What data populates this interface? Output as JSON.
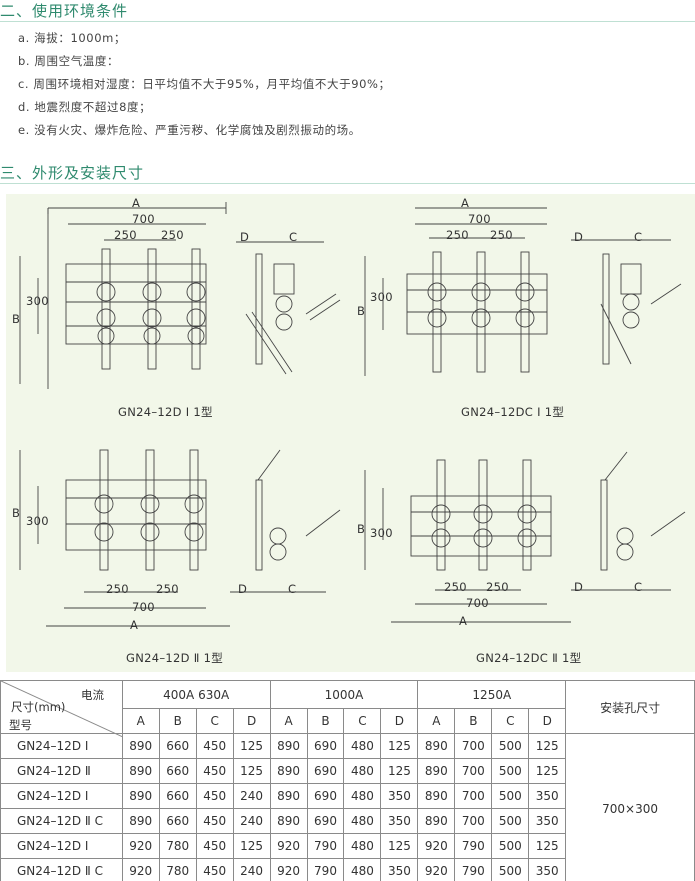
{
  "sections": {
    "env_title": "二、使用环境条件",
    "dim_title": "三、外形及安装尺寸"
  },
  "conditions": [
    "a. 海拔：1000m；",
    "b. 周围空气温度：",
    "c. 周围环境相对湿度：日平均值不大于95%，月平均值不大于90%；",
    "d. 地震烈度不超过8度；",
    "e. 没有火灾、爆炸危险、严重污秽、化学腐蚀及剧烈振动的场。"
  ],
  "figures": [
    {
      "caption": "GN24–12D Ⅰ 1型",
      "A": "A",
      "dim700": "700",
      "dim250a": "250",
      "dim250b": "250",
      "B": "B",
      "dim300": "300",
      "D": "D",
      "C": "C"
    },
    {
      "caption": "GN24–12DC Ⅰ 1型",
      "A": "A",
      "dim700": "700",
      "dim250a": "250",
      "dim250b": "250",
      "B": "B",
      "dim300": "300",
      "D": "D",
      "C": "C"
    },
    {
      "caption": "GN24–12D Ⅱ 1型",
      "A": "A",
      "dim700": "700",
      "dim250a": "250",
      "dim250b": "250",
      "B": "B",
      "dim300": "300",
      "D": "D",
      "C": "C"
    },
    {
      "caption": "GN24–12DC Ⅱ 1型",
      "A": "A",
      "dim700": "700",
      "dim250a": "250",
      "dim250b": "250",
      "B": "B",
      "dim300": "300",
      "D": "D",
      "C": "C"
    }
  ],
  "table": {
    "corner_current": "电流",
    "corner_size": "尺寸(mm)",
    "corner_model": "型号",
    "current_groups": [
      "400A   630A",
      "1000A",
      "1250A"
    ],
    "mount_header": "安装孔尺寸",
    "col_letters": [
      "A",
      "B",
      "C",
      "D",
      "A",
      "B",
      "C",
      "D",
      "A",
      "B",
      "C",
      "D"
    ],
    "rows": [
      {
        "model": "GN24–12D Ⅰ",
        "values": [
          "890",
          "660",
          "450",
          "125",
          "890",
          "690",
          "480",
          "125",
          "890",
          "700",
          "500",
          "125"
        ]
      },
      {
        "model": "GN24–12D Ⅱ",
        "values": [
          "890",
          "660",
          "450",
          "125",
          "890",
          "690",
          "480",
          "125",
          "890",
          "700",
          "500",
          "125"
        ]
      },
      {
        "model": "GN24–12D Ⅰ",
        "values": [
          "890",
          "660",
          "450",
          "240",
          "890",
          "690",
          "480",
          "350",
          "890",
          "700",
          "500",
          "350"
        ]
      },
      {
        "model": "GN24–12D Ⅱ C",
        "values": [
          "890",
          "660",
          "450",
          "240",
          "890",
          "690",
          "480",
          "350",
          "890",
          "700",
          "500",
          "350"
        ]
      },
      {
        "model": "GN24–12D Ⅰ",
        "values": [
          "920",
          "780",
          "450",
          "125",
          "920",
          "790",
          "480",
          "125",
          "920",
          "790",
          "500",
          "125"
        ]
      },
      {
        "model": "GN24–12D Ⅱ C",
        "values": [
          "920",
          "780",
          "450",
          "240",
          "920",
          "790",
          "480",
          "350",
          "920",
          "790",
          "500",
          "350"
        ]
      }
    ],
    "mount_value": "700×300"
  }
}
